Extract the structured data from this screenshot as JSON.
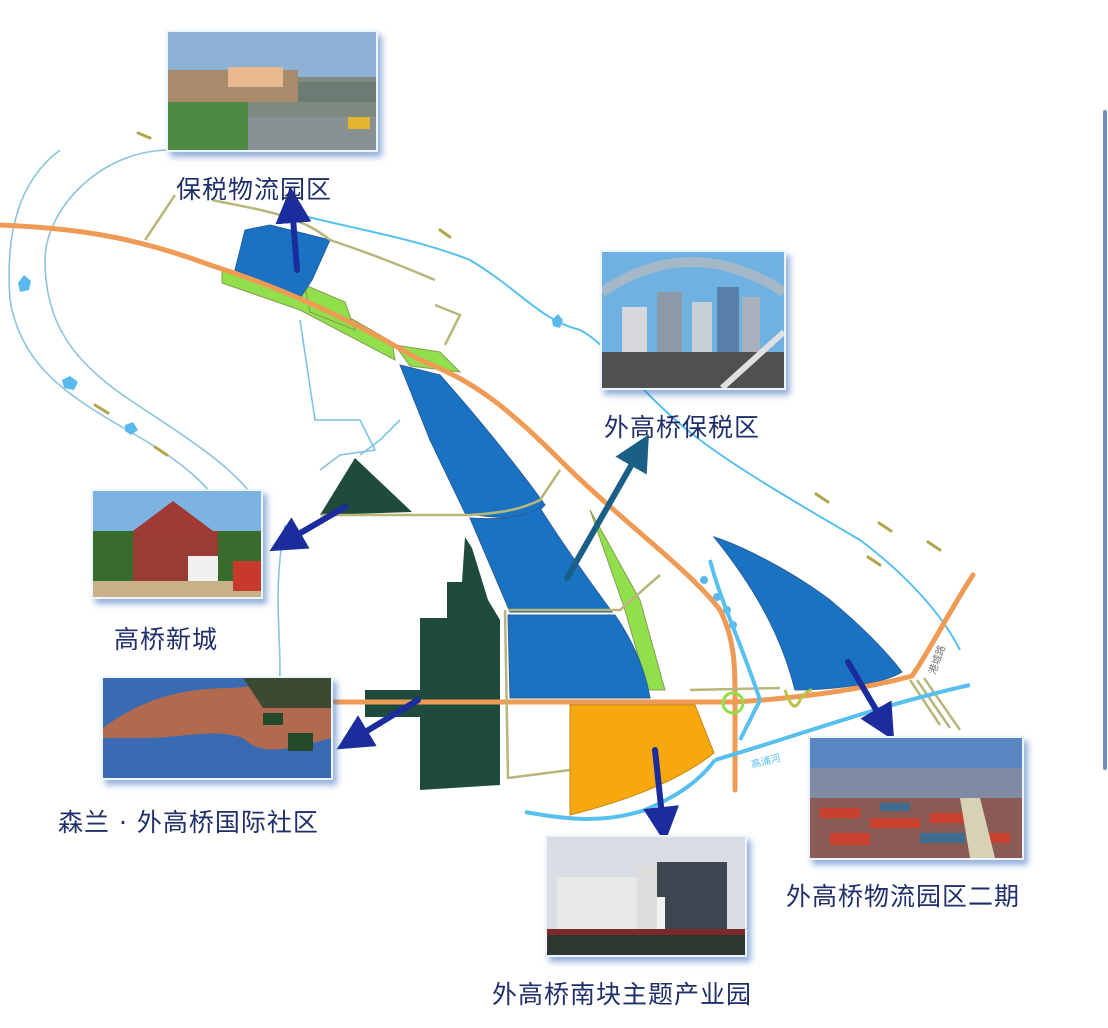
{
  "map": {
    "colors": {
      "background": "#ffffff",
      "zone_blue": "#1a73c2",
      "zone_dark_green": "#1f4a3e",
      "zone_orange": "#f7a80f",
      "green_buffer": "#8fe04a",
      "main_road": "#ef9a55",
      "minor_road": "#b8b67a",
      "river": "#58c0ee",
      "river_outline": "#8cc4dc",
      "arrow": "#1b2c9c",
      "arrow_teal": "#1a5f86",
      "label_text": "#1f2f6b"
    },
    "road_labels": {
      "river_label": "高浦河",
      "east_road_label": "港城路"
    }
  },
  "callouts": [
    {
      "id": "bonded-logistics",
      "label": "保税物流园区",
      "photo": "logistics warehouse building"
    },
    {
      "id": "waigaoqiao-ftz",
      "label": "外高桥保税区",
      "photo": "city skyline with towers"
    },
    {
      "id": "gaoqiao-new-town",
      "label": "高桥新城",
      "photo": "red brick villa"
    },
    {
      "id": "senlan-community",
      "label": "森兰 · 外高桥国际社区",
      "photo": "waterfront aerial rendering"
    },
    {
      "id": "south-block-park",
      "label": "外高桥南块主题产业园",
      "photo": "modern office building"
    },
    {
      "id": "logistics-phase2",
      "label": "外高桥物流园区二期",
      "photo": "container port yard"
    }
  ]
}
